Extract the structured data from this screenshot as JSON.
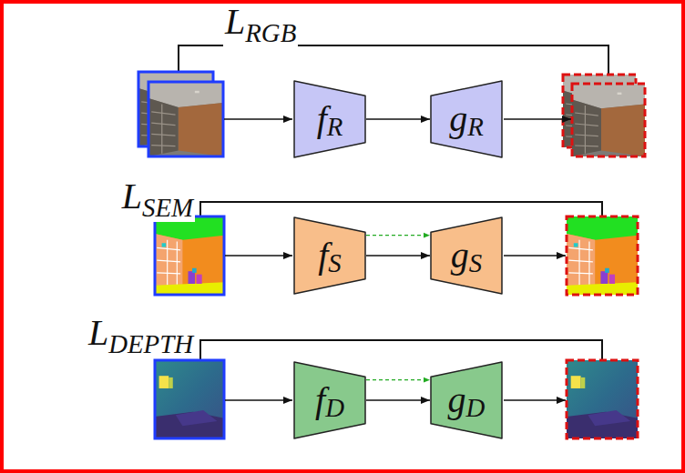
{
  "diagram": {
    "nodes": [
      {
        "text": [
          "fR"
        ]
      },
      {
        "text": [
          "gR"
        ]
      },
      {
        "text": [
          "fS"
        ]
      },
      {
        "text": [
          "gS"
        ]
      },
      {
        "text": [
          "fD"
        ]
      },
      {
        "text": [
          "gD"
        ]
      }
    ],
    "edges": [
      {
        "from": 0,
        "to": 1,
        "arrow": "to"
      },
      {
        "from": 2,
        "to": 3,
        "arrow": "to"
      },
      {
        "from": 2,
        "to": 3,
        "arrow": "to"
      },
      {
        "from": 4,
        "to": 5,
        "arrow": "to"
      },
      {
        "from": 4,
        "to": 5,
        "arrow": "to"
      }
    ],
    "labels": [
      "LRGB",
      "LSEM",
      "LDEPTH"
    ]
  }
}
